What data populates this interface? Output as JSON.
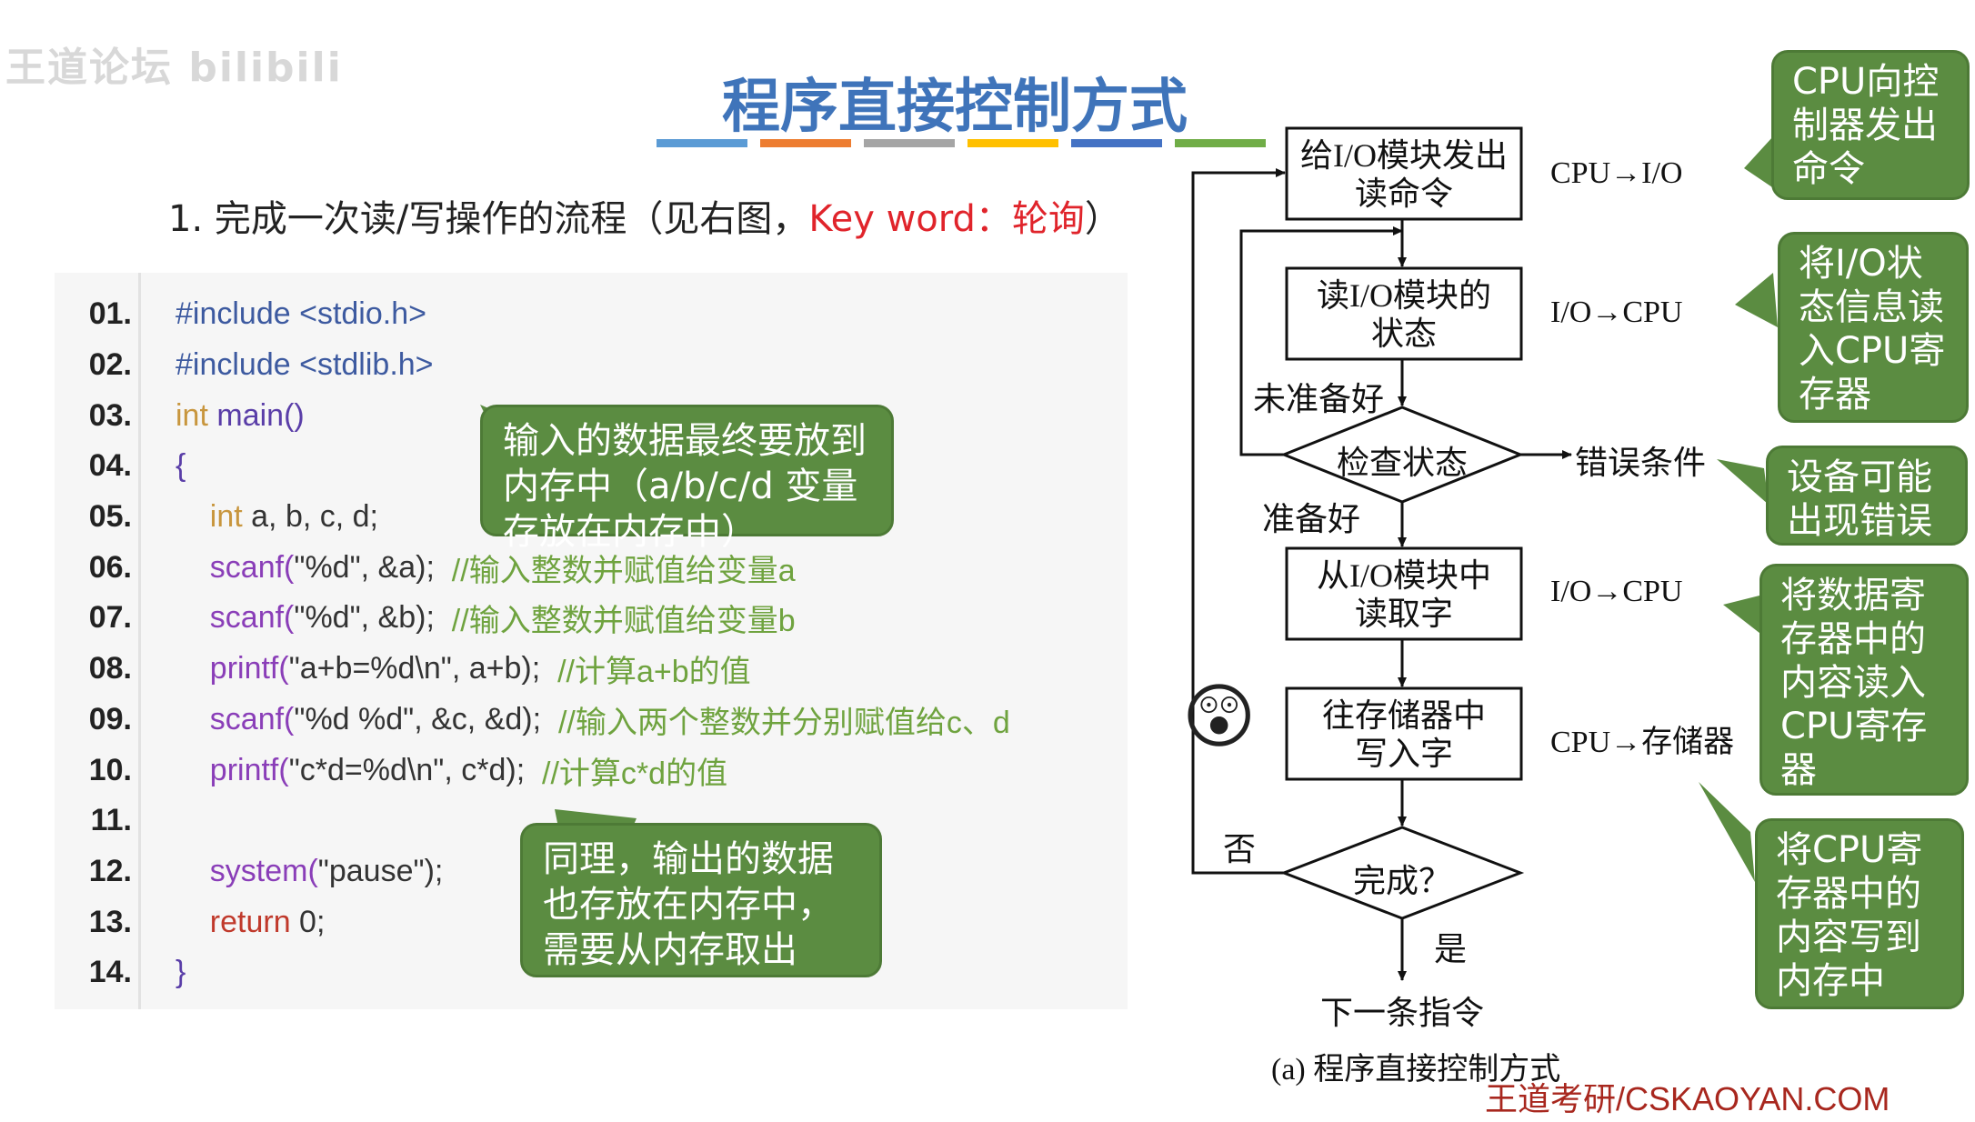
{
  "watermark": "王道论坛 bilibili",
  "title": "程序直接控制方式",
  "title_bar_colors": [
    "#5b9bd5",
    "#ed7d31",
    "#a5a5a5",
    "#ffc000",
    "#4472c4",
    "#70ad47"
  ],
  "intro": {
    "prefix": "1. 完成一次读/写操作的流程（见右图，",
    "keyword": "Key word：轮询",
    "suffix": "）"
  },
  "code_lines": [
    {
      "num": "01.",
      "segments": [
        {
          "text": "#include <stdio.h>",
          "color": "#3d5aa0"
        }
      ]
    },
    {
      "num": "02.",
      "segments": [
        {
          "text": "#include <stdlib.h>",
          "color": "#3d5aa0"
        }
      ]
    },
    {
      "num": "03.",
      "segments": [
        {
          "text": "int",
          "color": "#c8963e"
        },
        {
          "text": " main()",
          "color": "#5a3ea8"
        }
      ]
    },
    {
      "num": "04.",
      "segments": [
        {
          "text": "{",
          "color": "#5a3ea8"
        }
      ]
    },
    {
      "num": "05.",
      "segments": [
        {
          "text": "    int",
          "color": "#c8963e"
        },
        {
          "text": " a, b, c, d;",
          "color": "#333333"
        }
      ]
    },
    {
      "num": "06.",
      "segments": [
        {
          "text": "    scanf(",
          "color": "#8a3eb8"
        },
        {
          "text": "\"%d\", &a);",
          "color": "#333333"
        },
        {
          "text": "  //输入整数并赋值给变量a",
          "color": "#6fa33f"
        }
      ]
    },
    {
      "num": "07.",
      "segments": [
        {
          "text": "    scanf(",
          "color": "#8a3eb8"
        },
        {
          "text": "\"%d\", &b);",
          "color": "#333333"
        },
        {
          "text": "  //输入整数并赋值给变量b",
          "color": "#6fa33f"
        }
      ]
    },
    {
      "num": "08.",
      "segments": [
        {
          "text": "    printf(",
          "color": "#8a3eb8"
        },
        {
          "text": "\"a+b=%d\\n\", a+b);",
          "color": "#333333"
        },
        {
          "text": "  //计算a+b的值",
          "color": "#6fa33f"
        }
      ]
    },
    {
      "num": "09.",
      "segments": [
        {
          "text": "    scanf(",
          "color": "#8a3eb8"
        },
        {
          "text": "\"%d %d\", &c, &d);",
          "color": "#333333"
        },
        {
          "text": "  //输入两个整数并分别赋值给c、d",
          "color": "#6fa33f"
        }
      ]
    },
    {
      "num": "10.",
      "segments": [
        {
          "text": "    printf(",
          "color": "#8a3eb8"
        },
        {
          "text": "\"c*d=%d\\n\", c*d);",
          "color": "#333333"
        },
        {
          "text": "  //计算c*d的值",
          "color": "#6fa33f"
        }
      ]
    },
    {
      "num": "11.",
      "segments": [
        {
          "text": "",
          "color": "#333333"
        }
      ]
    },
    {
      "num": "12.",
      "segments": [
        {
          "text": "    system(",
          "color": "#8a3eb8"
        },
        {
          "text": "\"pause\");",
          "color": "#333333"
        }
      ]
    },
    {
      "num": "13.",
      "segments": [
        {
          "text": "    return",
          "color": "#c0392b"
        },
        {
          "text": " 0;",
          "color": "#333333"
        }
      ]
    },
    {
      "num": "14.",
      "segments": [
        {
          "text": "}",
          "color": "#5a3ea8"
        }
      ]
    }
  ],
  "bubbles": {
    "input": "输入的数据最终要放到内存中（a/b/c/d 变量存放在内存中）",
    "output": "同理，输出的数据也存放在内存中，需要从内存取出",
    "cpu_cmd": "CPU向控制器发出命令",
    "io_status": "将I/O状态信息读入CPU寄存器",
    "error": "设备可能出现错误",
    "data_read": "将数据寄存器中的内容读入CPU寄存器",
    "mem_write": "将CPU寄存器中的内容写到内存中"
  },
  "flowchart": {
    "box1": [
      "给I/O模块发出",
      "读命令"
    ],
    "box2": [
      "读I/O模块的",
      "状态"
    ],
    "diamond1": "检查状态",
    "box3": [
      "从I/O模块中",
      "读取字"
    ],
    "box4": [
      "往存储器中",
      "写入字"
    ],
    "diamond2": "完成？",
    "not_ready": "未准备好",
    "ready": "准备好",
    "error_cond": "错误条件",
    "no": "否",
    "yes": "是",
    "next": "下一条指令",
    "caption": "(a) 程序直接控制方式",
    "tag1": "CPU→I/O",
    "tag2": "I/O→CPU",
    "tag3": "I/O→CPU",
    "tag4": "CPU→存储器"
  },
  "emoji": "😲",
  "footer": "王道考研/CSKAOYAN.COM"
}
